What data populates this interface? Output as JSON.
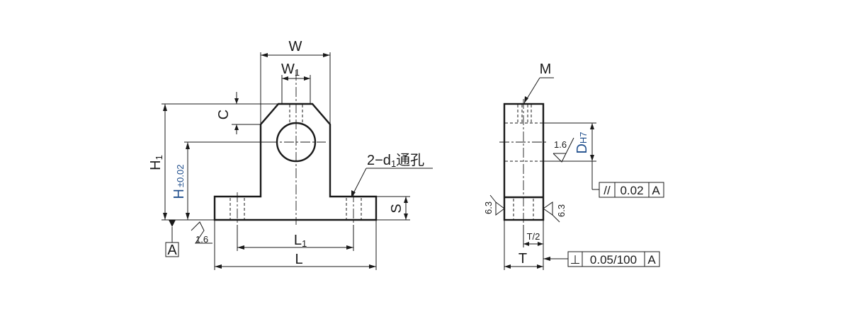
{
  "front_view": {
    "W": "W",
    "W1_main": "W",
    "W1_sub": "1",
    "C": "C",
    "H1_main": "H",
    "H1_sub": "1",
    "H_main": "H",
    "H_tol": "±0.02",
    "hole_callout": "2−d",
    "hole_callout_sub": "1",
    "hole_callout_tail": "通孔",
    "S": "S",
    "L1_main": "L",
    "L1_sub": "1",
    "L": "L",
    "datum": "A",
    "roughness": "1.6"
  },
  "side_view": {
    "M": "M",
    "D_main": "D",
    "D_tol": "H7",
    "roughness_bore": "1.6",
    "roughness_left": "6.3",
    "roughness_right": "6.3",
    "T_half": "T/2",
    "T": "T",
    "parallel_symbol": "//",
    "parallel_value": "0.02",
    "parallel_datum": "A",
    "perp_symbol": "⊥",
    "perp_value": "0.05/100",
    "perp_datum": "A"
  },
  "colors": {
    "line": "#1a1a1a",
    "tolerance_label": "#1f4e8c"
  }
}
